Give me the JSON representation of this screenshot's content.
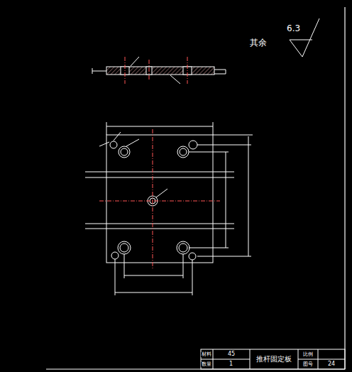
{
  "diagram": {
    "labels": [
      "其余",
      "6.3",
      "材料",
      "45",
      "推杆固定板",
      "比例",
      "数量",
      "1",
      "图号",
      "24"
    ]
  }
}
